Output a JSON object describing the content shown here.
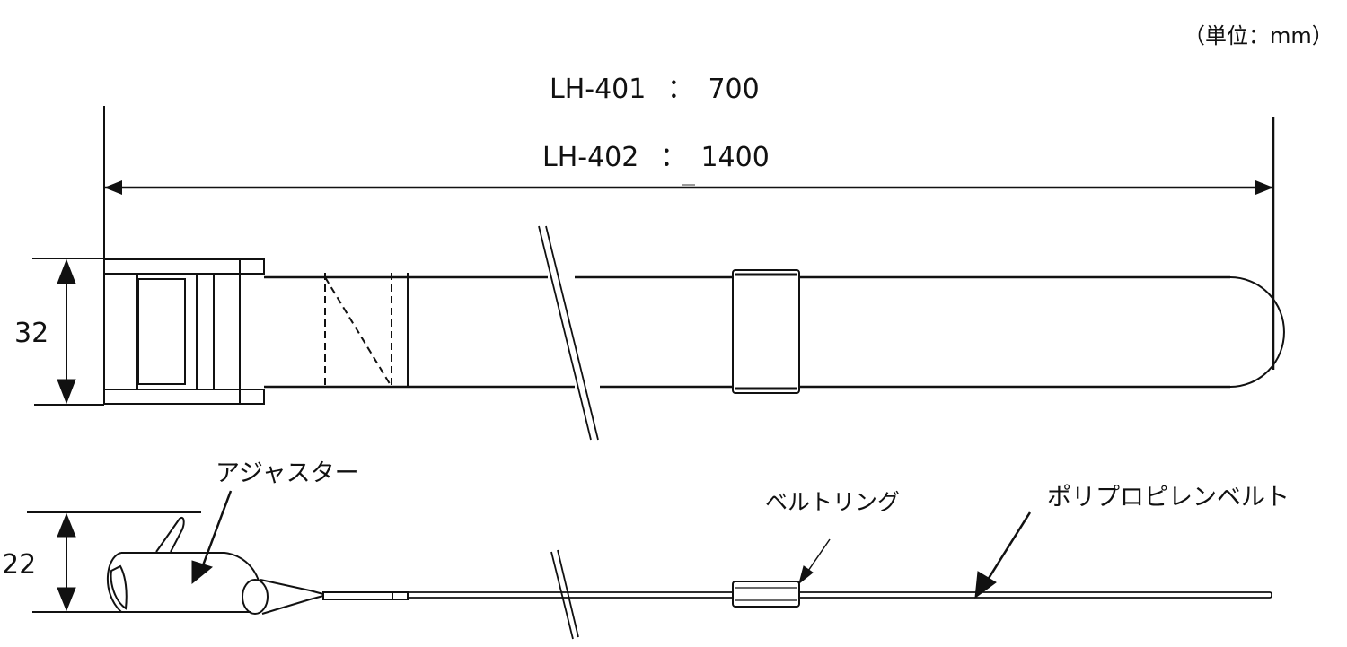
{
  "unit_note": "（単位：mm）",
  "length_dims": [
    {
      "model": "LH-401",
      "sep": "：",
      "value": "700"
    },
    {
      "model": "LH-402",
      "sep": "：",
      "value": "1400"
    }
  ],
  "height_dims": {
    "top_view_width": "32",
    "side_view_height": "22"
  },
  "callouts": {
    "adjuster": "アジャスター",
    "belt_ring": "ベルトリング",
    "pp_belt": "ポリプロピレンベルト"
  },
  "colors": {
    "line": "#111111",
    "background": "#ffffff"
  }
}
